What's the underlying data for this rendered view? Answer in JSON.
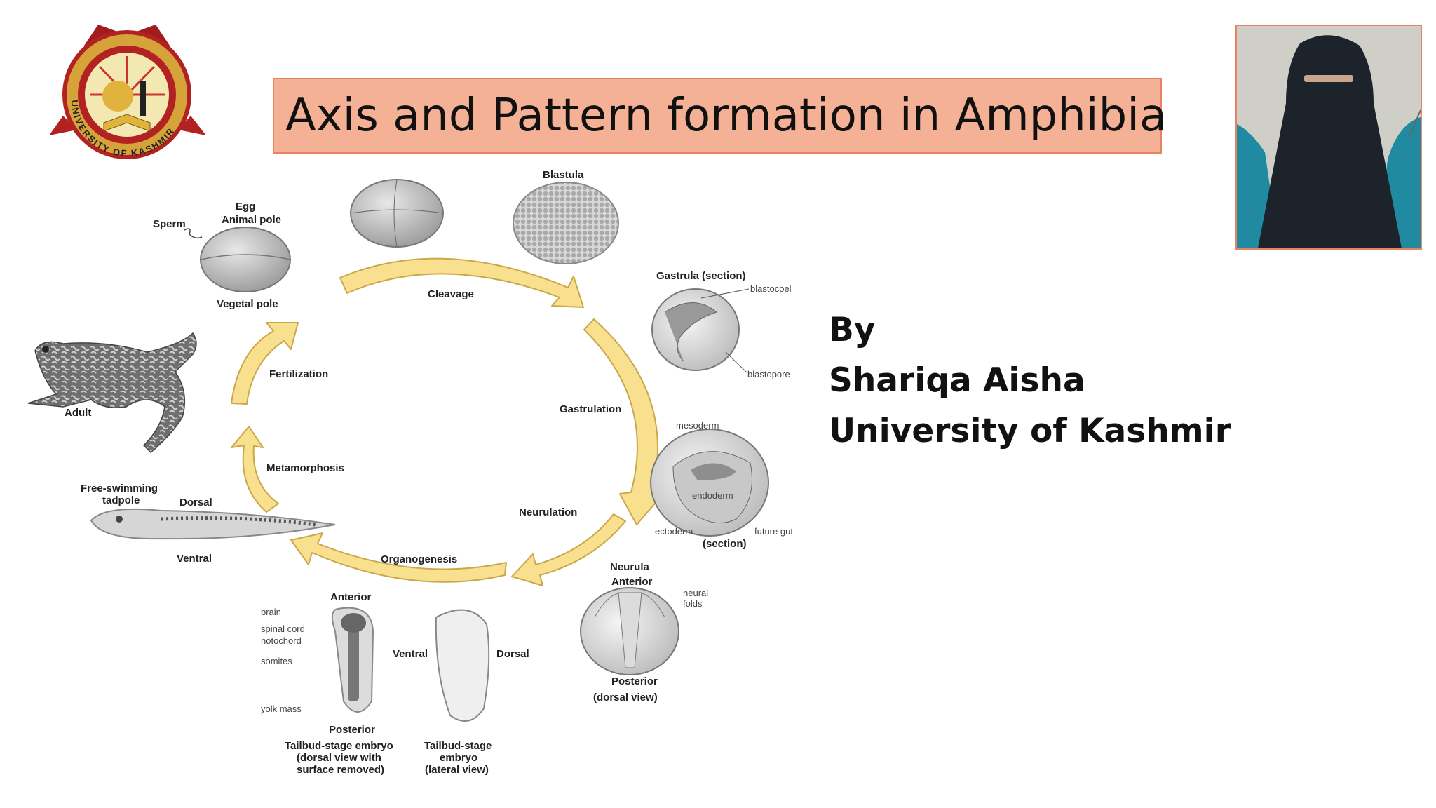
{
  "slide": {
    "title": "Axis and Pattern formation in Amphibia",
    "author_lines": [
      "By",
      "Shariqa Aisha",
      "University of Kashmir"
    ]
  },
  "logo": {
    "text": "UNIVERSITY OF KASHMIR",
    "icon": "university-seal-icon"
  },
  "presenter_photo": {
    "icon": "presenter-photo-icon"
  },
  "colors": {
    "title_fill": "#f4b195",
    "title_border": "#e9825e",
    "arrow_fill": "#f8e08f",
    "arrow_stroke": "#c9a84a"
  },
  "diagram": {
    "stages": {
      "egg": "Egg",
      "animal_pole": "Animal pole",
      "vegetal_pole": "Vegetal pole",
      "sperm": "Sperm",
      "blastula": "Blastula",
      "gastrula": "Gastrula (section)",
      "blastocoel": "blastocoel",
      "blastopore": "blastopore",
      "mesoderm": "mesoderm",
      "endoderm": "endoderm",
      "ectoderm": "ectoderm",
      "future_gut": "future gut",
      "section": "(section)",
      "neurula": "Neurula",
      "neurula_anterior": "Anterior",
      "neural_folds_1": "neural",
      "neural_folds_2": "folds",
      "neurula_posterior": "Posterior",
      "dorsal_view": "(dorsal view)",
      "tb_anterior": "Anterior",
      "brain": "brain",
      "spinal_cord": "spinal cord",
      "notochord": "notochord",
      "somites": "somites",
      "yolk_mass": "yolk mass",
      "tb_posterior": "Posterior",
      "tb_ventral": "Ventral",
      "tb_dorsal": "Dorsal",
      "tailbud_dorsal_1": "Tailbud-stage embryo",
      "tailbud_dorsal_2": "(dorsal view with",
      "tailbud_dorsal_3": "surface removed)",
      "tailbud_lateral_1": "Tailbud-stage",
      "tailbud_lateral_2": "embryo",
      "tailbud_lateral_3": "(lateral view)",
      "tadpole_1": "Free-swimming",
      "tadpole_2": "tadpole",
      "tadpole_dorsal": "Dorsal",
      "tadpole_ventral": "Ventral",
      "adult": "Adult"
    },
    "processes": {
      "cleavage": "Cleavage",
      "gastrulation": "Gastrulation",
      "neurulation": "Neurulation",
      "organogenesis": "Organogenesis",
      "metamorphosis": "Metamorphosis",
      "fertilization": "Fertilization"
    }
  }
}
